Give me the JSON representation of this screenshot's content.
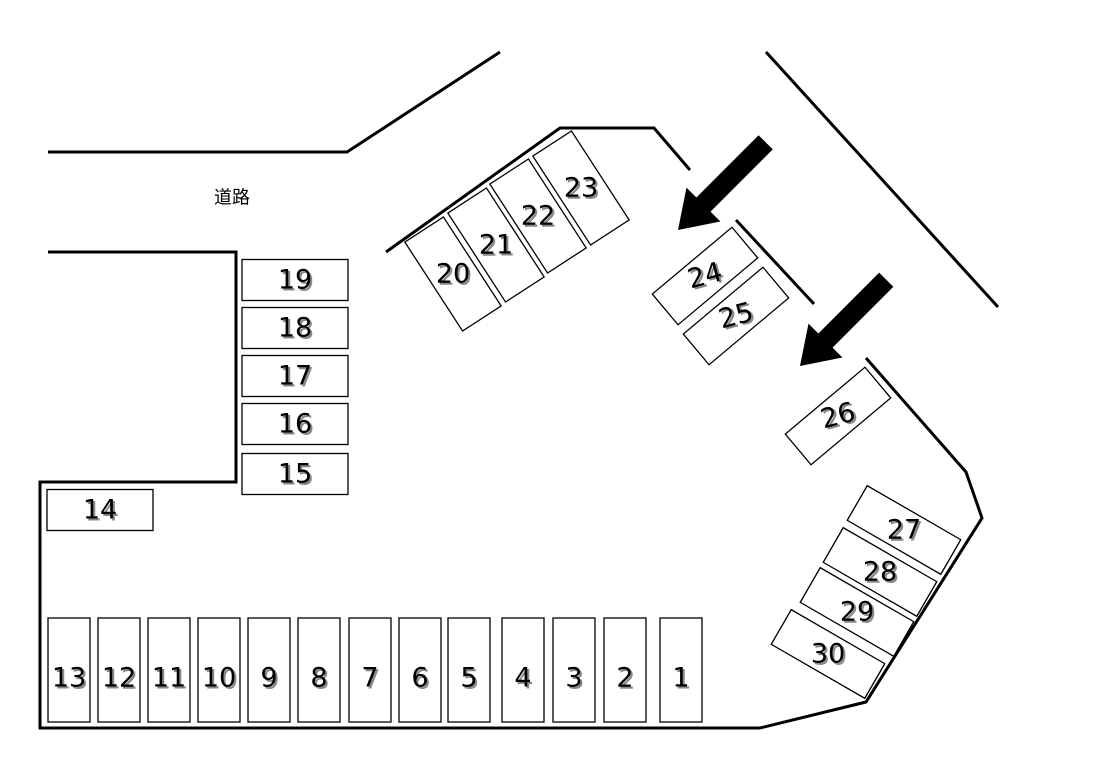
{
  "road_label": "道路",
  "spaces": [
    {
      "num": "1"
    },
    {
      "num": "2"
    },
    {
      "num": "3"
    },
    {
      "num": "4"
    },
    {
      "num": "5"
    },
    {
      "num": "6"
    },
    {
      "num": "7"
    },
    {
      "num": "8"
    },
    {
      "num": "9"
    },
    {
      "num": "10"
    },
    {
      "num": "11"
    },
    {
      "num": "12"
    },
    {
      "num": "13"
    },
    {
      "num": "14"
    },
    {
      "num": "15"
    },
    {
      "num": "16"
    },
    {
      "num": "17"
    },
    {
      "num": "18"
    },
    {
      "num": "19"
    },
    {
      "num": "20"
    },
    {
      "num": "21"
    },
    {
      "num": "22"
    },
    {
      "num": "23"
    },
    {
      "num": "24"
    },
    {
      "num": "25"
    },
    {
      "num": "26"
    },
    {
      "num": "27"
    },
    {
      "num": "28"
    },
    {
      "num": "29"
    },
    {
      "num": "30"
    }
  ],
  "arrows": [
    {
      "name": "entrance-arrow-upper"
    },
    {
      "name": "entrance-arrow-lower"
    }
  ],
  "colors": {
    "line": "#000000",
    "background": "#ffffff"
  }
}
